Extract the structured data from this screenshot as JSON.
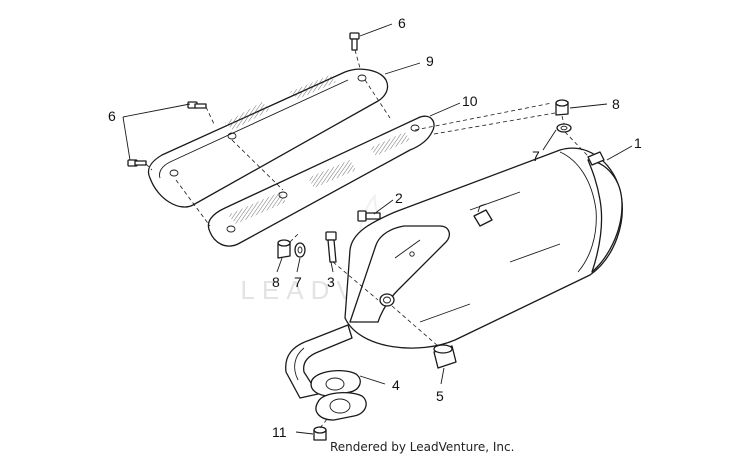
{
  "diagram": {
    "callouts": [
      "1",
      "2",
      "3",
      "4",
      "5",
      "6",
      "6",
      "7",
      "7",
      "8",
      "8",
      "9",
      "10",
      "11"
    ],
    "watermark": "LEADVENTURE",
    "credit": "Rendered by LeadVenture, Inc."
  }
}
